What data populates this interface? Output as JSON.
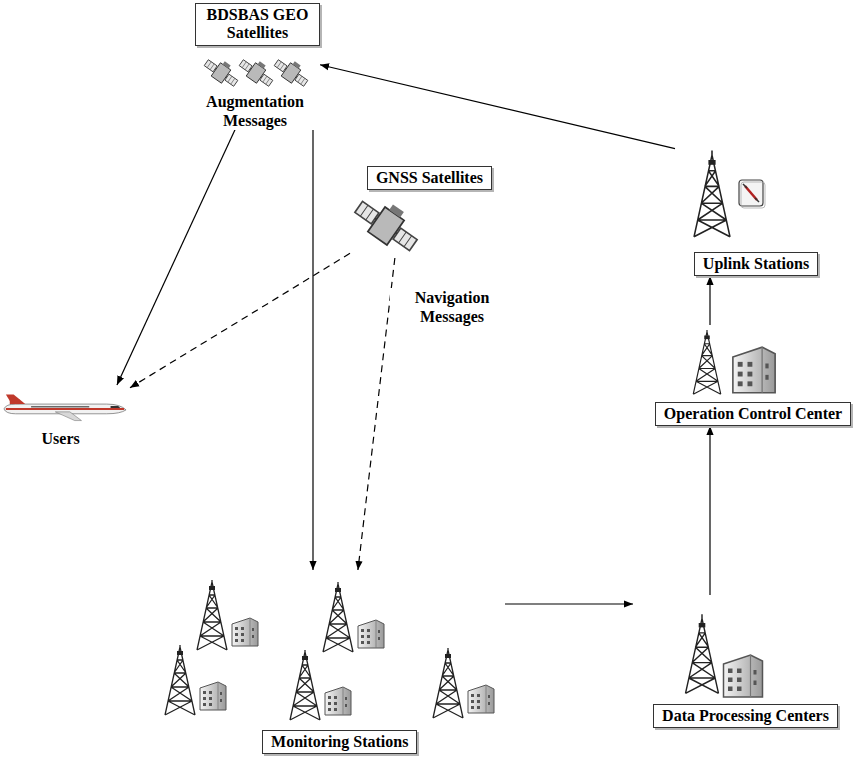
{
  "diagram": {
    "nodes": [
      {
        "text": [
          "BDSBAS GEO Satellites"
        ]
      },
      {
        "text": [
          "GNSS Satellites"
        ]
      },
      {
        "text": [
          "Uplink Stations"
        ]
      },
      {
        "text": [
          "Users"
        ]
      },
      {
        "text": [
          "Operation Control Center"
        ]
      },
      {
        "text": [
          "Monitoring Stations"
        ]
      },
      {
        "text": [
          "Data Processing Centers"
        ]
      }
    ],
    "edges": [
      {
        "from": 0,
        "to": 3,
        "arrow": "to",
        "label": "Augmentation Messages"
      },
      {
        "from": 0,
        "to": 5,
        "arrow": "to"
      },
      {
        "from": 1,
        "to": 3,
        "arrow": "to"
      },
      {
        "from": 1,
        "to": 5,
        "arrow": "to",
        "label": "Navigation Messages"
      },
      {
        "from": 5,
        "to": 6,
        "arrow": "to"
      },
      {
        "from": 6,
        "to": 4,
        "arrow": "to"
      },
      {
        "from": 4,
        "to": 2,
        "arrow": "to"
      },
      {
        "from": 2,
        "to": 0,
        "arrow": "to"
      }
    ]
  }
}
